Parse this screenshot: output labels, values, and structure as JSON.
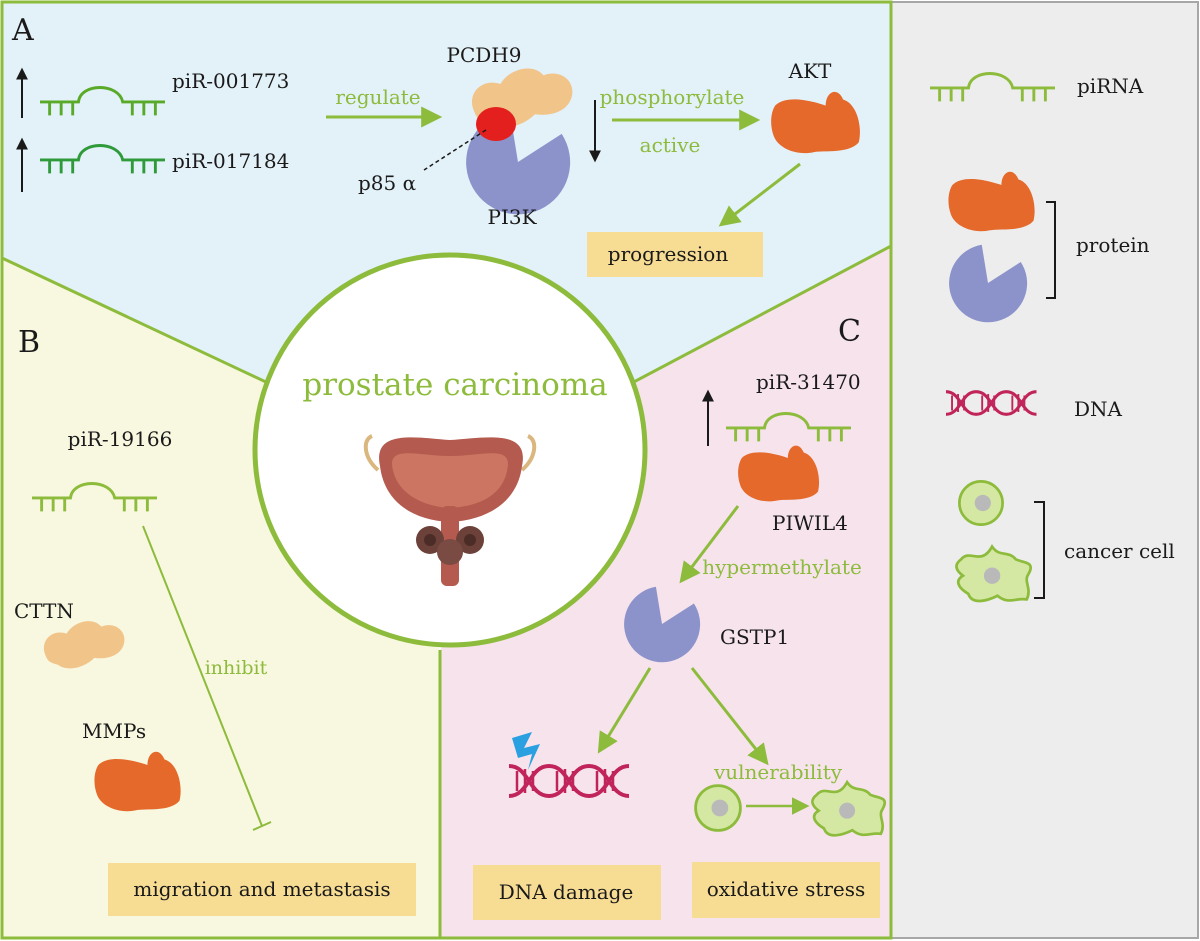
{
  "panels": {
    "a": {
      "letter": "A",
      "pirnas": [
        "piR-001773",
        "piR-017184"
      ],
      "verb_regulate": "regulate",
      "complex_top": "PCDH9",
      "complex_bottom": "PI3K",
      "subunit": "p85 α",
      "verb_phosphorylate": "phosphorylate",
      "verb_active": "active",
      "kinase": "AKT",
      "outcome": "progression"
    },
    "b": {
      "letter": "B",
      "pirna": "piR-19166",
      "protein_1": "CTTN",
      "protein_2": "MMPs",
      "verb_inhibit": "inhibit",
      "outcome": "migration and metastasis"
    },
    "c": {
      "letter": "C",
      "pirna": "piR-31470",
      "partner": "PIWIL4",
      "verb_hypermethylate": "hypermethylate",
      "target": "GSTP1",
      "verb_vulnerability": "vulnerability",
      "outcome_1": "DNA damage",
      "outcome_2": "oxidative stress"
    },
    "center": {
      "title": "prostate carcinoma"
    }
  },
  "legend": {
    "pirna": "piRNA",
    "protein": "protein",
    "dna": "DNA",
    "cancer_cell": "cancer cell"
  },
  "colors": {
    "panel_a_bg": "#e3f1f8",
    "panel_b_bg": "#f8f7df",
    "panel_c_bg": "#f7e3ec",
    "legend_bg": "#ededed",
    "border_green": "#8dbb3c",
    "pirna_green": "#5aaa2a",
    "pirna_dark": "#2f9a3a",
    "orange_protein": "#e4692a",
    "peach_protein": "#f1c489",
    "purple_protein": "#8c93cb",
    "red_subunit": "#e3201e",
    "dna_red": "#c0245a",
    "cell_fill": "#d4e8a4",
    "cell_nucleus": "#b9b9b9",
    "outcome_box": "#f7dc94",
    "lightning": "#2aa0e0"
  }
}
